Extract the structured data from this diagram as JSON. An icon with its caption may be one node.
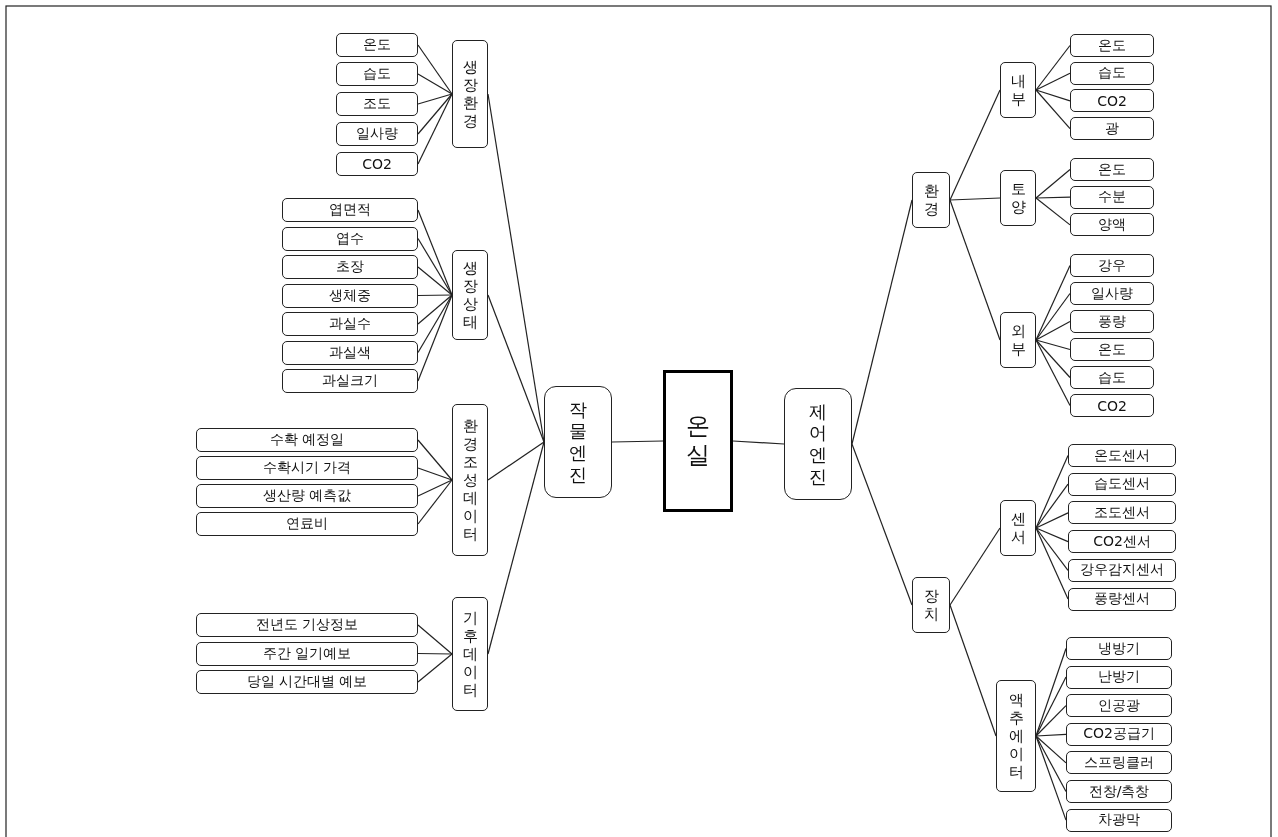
{
  "diagram": {
    "nodes": [
      {
        "text": [
          "온실"
        ]
      },
      {
        "text": [
          "작물엔진"
        ]
      },
      {
        "text": [
          "제어엔진"
        ]
      },
      {
        "text": [
          "생장환경"
        ]
      },
      {
        "text": [
          "온도"
        ]
      },
      {
        "text": [
          "습도"
        ]
      },
      {
        "text": [
          "조도"
        ]
      },
      {
        "text": [
          "일사량"
        ]
      },
      {
        "text": [
          "CO2"
        ]
      },
      {
        "text": [
          "생장상태"
        ]
      },
      {
        "text": [
          "엽면적"
        ]
      },
      {
        "text": [
          "엽수"
        ]
      },
      {
        "text": [
          "초장"
        ]
      },
      {
        "text": [
          "생체중"
        ]
      },
      {
        "text": [
          "과실수"
        ]
      },
      {
        "text": [
          "과실색"
        ]
      },
      {
        "text": [
          "과실크기"
        ]
      },
      {
        "text": [
          "환경조성데이터"
        ]
      },
      {
        "text": [
          "수확 예정일"
        ]
      },
      {
        "text": [
          "수확시기 가격"
        ]
      },
      {
        "text": [
          "생산량 예측값"
        ]
      },
      {
        "text": [
          "연료비"
        ]
      },
      {
        "text": [
          "기후데이터"
        ]
      },
      {
        "text": [
          "전년도 기상정보"
        ]
      },
      {
        "text": [
          "주간 일기예보"
        ]
      },
      {
        "text": [
          "당일 시간대별 예보"
        ]
      },
      {
        "text": [
          "환경"
        ]
      },
      {
        "text": [
          "내부"
        ]
      },
      {
        "text": [
          "온도"
        ]
      },
      {
        "text": [
          "습도"
        ]
      },
      {
        "text": [
          "CO2"
        ]
      },
      {
        "text": [
          "광"
        ]
      },
      {
        "text": [
          "토양"
        ]
      },
      {
        "text": [
          "온도"
        ]
      },
      {
        "text": [
          "수분"
        ]
      },
      {
        "text": [
          "양액"
        ]
      },
      {
        "text": [
          "외부"
        ]
      },
      {
        "text": [
          "강우"
        ]
      },
      {
        "text": [
          "일사량"
        ]
      },
      {
        "text": [
          "풍량"
        ]
      },
      {
        "text": [
          "온도"
        ]
      },
      {
        "text": [
          "습도"
        ]
      },
      {
        "text": [
          "CO2"
        ]
      },
      {
        "text": [
          "장치"
        ]
      },
      {
        "text": [
          "센서"
        ]
      },
      {
        "text": [
          "온도센서"
        ]
      },
      {
        "text": [
          "습도센서"
        ]
      },
      {
        "text": [
          "조도센서"
        ]
      },
      {
        "text": [
          "CO2센서"
        ]
      },
      {
        "text": [
          "강우감지센서"
        ]
      },
      {
        "text": [
          "풍량센서"
        ]
      },
      {
        "text": [
          "액추에이터"
        ]
      },
      {
        "text": [
          "냉방기"
        ]
      },
      {
        "text": [
          "난방기"
        ]
      },
      {
        "text": [
          "인공광"
        ]
      },
      {
        "text": [
          "CO2공급기"
        ]
      },
      {
        "text": [
          "스프링클러"
        ]
      },
      {
        "text": [
          "전창/측창"
        ]
      },
      {
        "text": [
          "차광막"
        ]
      }
    ],
    "edges": [
      {
        "from": 0,
        "to": 1,
        "arrow": "none"
      },
      {
        "from": 0,
        "to": 2,
        "arrow": "none"
      },
      {
        "from": 1,
        "to": 3,
        "arrow": "none"
      },
      {
        "from": 1,
        "to": 9,
        "arrow": "none"
      },
      {
        "from": 1,
        "to": 17,
        "arrow": "none"
      },
      {
        "from": 1,
        "to": 22,
        "arrow": "none"
      },
      {
        "from": 3,
        "to": 4,
        "arrow": "none"
      },
      {
        "from": 3,
        "to": 5,
        "arrow": "none"
      },
      {
        "from": 3,
        "to": 6,
        "arrow": "none"
      },
      {
        "from": 3,
        "to": 7,
        "arrow": "none"
      },
      {
        "from": 3,
        "to": 8,
        "arrow": "none"
      },
      {
        "from": 9,
        "to": 10,
        "arrow": "none"
      },
      {
        "from": 9,
        "to": 11,
        "arrow": "none"
      },
      {
        "from": 9,
        "to": 12,
        "arrow": "none"
      },
      {
        "from": 9,
        "to": 13,
        "arrow": "none"
      },
      {
        "from": 9,
        "to": 14,
        "arrow": "none"
      },
      {
        "from": 9,
        "to": 15,
        "arrow": "none"
      },
      {
        "from": 9,
        "to": 16,
        "arrow": "none"
      },
      {
        "from": 17,
        "to": 18,
        "arrow": "none"
      },
      {
        "from": 17,
        "to": 19,
        "arrow": "none"
      },
      {
        "from": 17,
        "to": 20,
        "arrow": "none"
      },
      {
        "from": 17,
        "to": 21,
        "arrow": "none"
      },
      {
        "from": 22,
        "to": 23,
        "arrow": "none"
      },
      {
        "from": 22,
        "to": 24,
        "arrow": "none"
      },
      {
        "from": 22,
        "to": 25,
        "arrow": "none"
      },
      {
        "from": 2,
        "to": 26,
        "arrow": "none"
      },
      {
        "from": 2,
        "to": 43,
        "arrow": "none"
      },
      {
        "from": 26,
        "to": 27,
        "arrow": "none"
      },
      {
        "from": 26,
        "to": 32,
        "arrow": "none"
      },
      {
        "from": 26,
        "to": 36,
        "arrow": "none"
      },
      {
        "from": 27,
        "to": 28,
        "arrow": "none"
      },
      {
        "from": 27,
        "to": 29,
        "arrow": "none"
      },
      {
        "from": 27,
        "to": 30,
        "arrow": "none"
      },
      {
        "from": 27,
        "to": 31,
        "arrow": "none"
      },
      {
        "from": 32,
        "to": 33,
        "arrow": "none"
      },
      {
        "from": 32,
        "to": 34,
        "arrow": "none"
      },
      {
        "from": 32,
        "to": 35,
        "arrow": "none"
      },
      {
        "from": 36,
        "to": 37,
        "arrow": "none"
      },
      {
        "from": 36,
        "to": 38,
        "arrow": "none"
      },
      {
        "from": 36,
        "to": 39,
        "arrow": "none"
      },
      {
        "from": 36,
        "to": 40,
        "arrow": "none"
      },
      {
        "from": 36,
        "to": 41,
        "arrow": "none"
      },
      {
        "from": 36,
        "to": 42,
        "arrow": "none"
      },
      {
        "from": 43,
        "to": 44,
        "arrow": "none"
      },
      {
        "from": 43,
        "to": 51,
        "arrow": "none"
      },
      {
        "from": 44,
        "to": 45,
        "arrow": "none"
      },
      {
        "from": 44,
        "to": 46,
        "arrow": "none"
      },
      {
        "from": 44,
        "to": 47,
        "arrow": "none"
      },
      {
        "from": 44,
        "to": 48,
        "arrow": "none"
      },
      {
        "from": 44,
        "to": 49,
        "arrow": "none"
      },
      {
        "from": 44,
        "to": 50,
        "arrow": "none"
      },
      {
        "from": 51,
        "to": 52,
        "arrow": "none"
      },
      {
        "from": 51,
        "to": 53,
        "arrow": "none"
      },
      {
        "from": 51,
        "to": 54,
        "arrow": "none"
      },
      {
        "from": 51,
        "to": 55,
        "arrow": "none"
      },
      {
        "from": 51,
        "to": 56,
        "arrow": "none"
      },
      {
        "from": 51,
        "to": 57,
        "arrow": "none"
      },
      {
        "from": 51,
        "to": 58,
        "arrow": "none"
      }
    ]
  }
}
